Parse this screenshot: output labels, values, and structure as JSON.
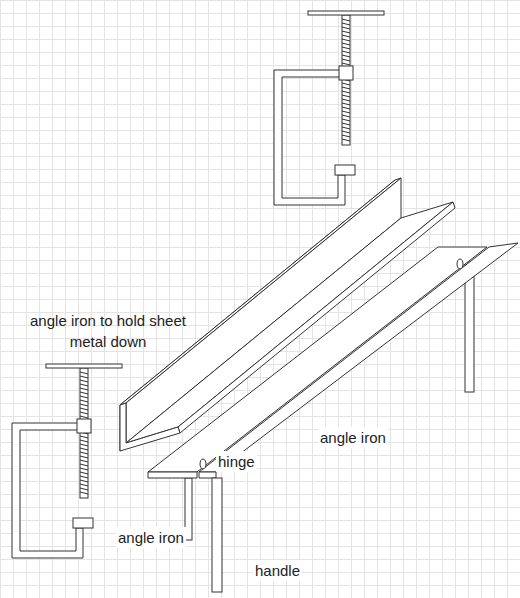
{
  "diagram": {
    "labels": [
      "angle iron to hold sheet metal down",
      "angle iron",
      "hinge",
      "angle iron",
      "handle"
    ]
  }
}
